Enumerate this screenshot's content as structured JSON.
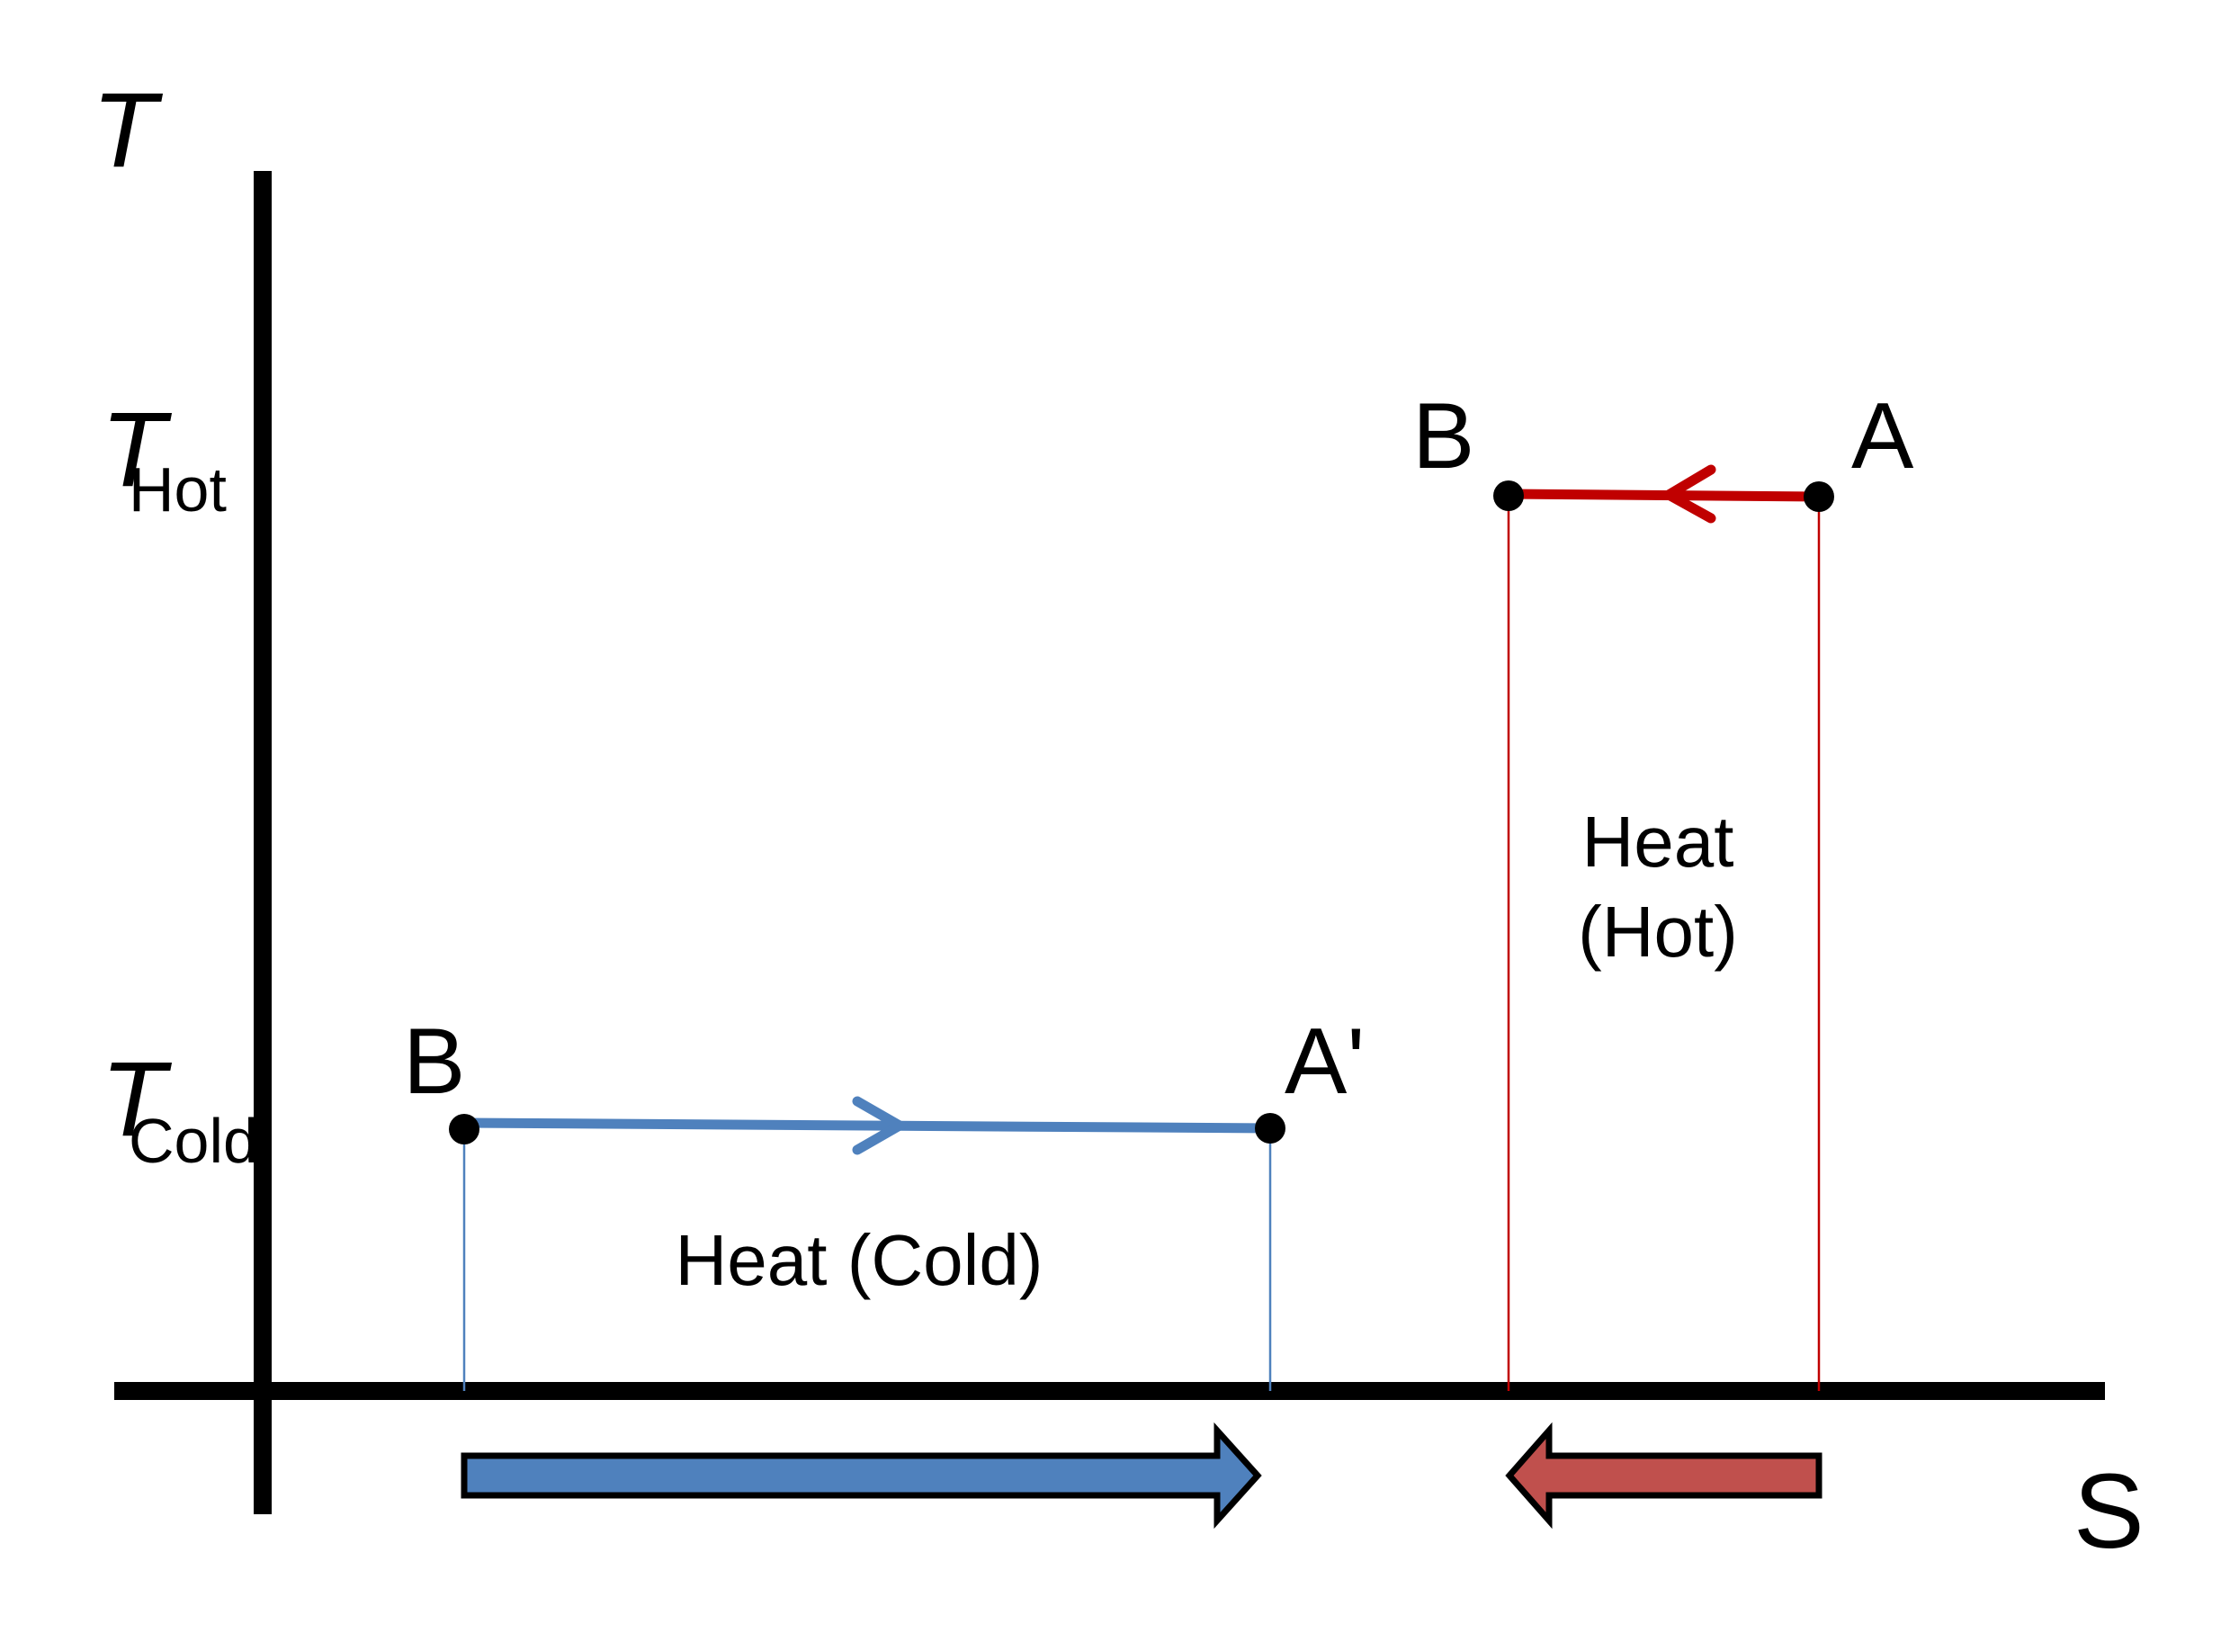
{
  "diagram": {
    "axes": {
      "y_label": "T",
      "x_label": "S",
      "t_hot_main": "T",
      "t_hot_sub": "Hot",
      "t_cold_main": "T",
      "t_cold_sub": "Cold"
    },
    "hot_process": {
      "start_label": "A",
      "end_label": "B",
      "heat_label_line1": "Heat",
      "heat_label_line2": "(Hot)",
      "color": "#c00000",
      "arrow_fill": "#c0504d"
    },
    "cold_process": {
      "start_label": "B",
      "end_label": "A'",
      "heat_label": "Heat (Cold)",
      "color": "#4f81bd",
      "arrow_fill": "#4f81bd"
    },
    "axis_color": "#000000"
  }
}
